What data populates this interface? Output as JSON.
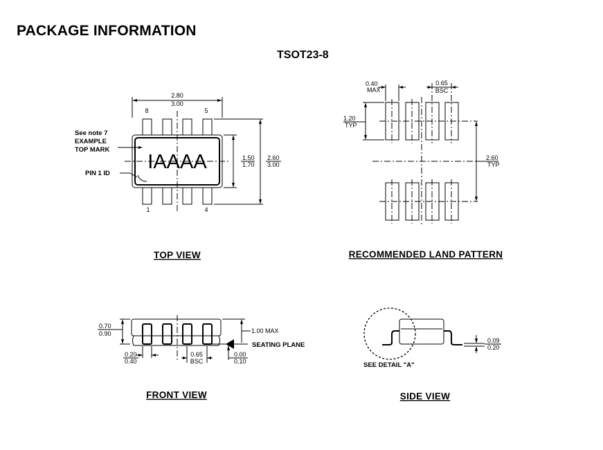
{
  "page_title": "PACKAGE INFORMATION",
  "package_name": "TSOT23-8",
  "top_view": {
    "caption": "TOP VIEW",
    "width_dim": [
      "2.80",
      "3.00"
    ],
    "body_dim": [
      "1.50",
      "1.70"
    ],
    "total_dim": [
      "2.60",
      "3.00"
    ],
    "pin_8": "8",
    "pin_5": "5",
    "pin_1": "1",
    "pin_4": "4",
    "mark_text": "IAAAA",
    "note_line1": "See note 7",
    "note_line2": "EXAMPLE",
    "note_line3": "TOP MARK",
    "pin1_label": "PIN 1 ID"
  },
  "land_pattern": {
    "caption": "RECOMMENDED LAND PATTERN",
    "pad_width": [
      "0.40",
      "MAX"
    ],
    "pitch": [
      "0.65",
      "BSC"
    ],
    "pad_length": [
      "1.20",
      "TYP"
    ],
    "row_spacing": [
      "2.60",
      "TYP"
    ]
  },
  "front_view": {
    "caption": "FRONT VIEW",
    "height_dim": [
      "0.70",
      "0.90"
    ],
    "max_height": "1.00 MAX",
    "seating_plane": "SEATING PLANE",
    "lead_width": [
      "0.20",
      "0.40"
    ],
    "pitch": [
      "0.65",
      "BSC"
    ],
    "standoff": [
      "0.00",
      "0.10"
    ]
  },
  "side_view": {
    "caption": "SIDE VIEW",
    "detail_label": "SEE DETAIL \"A\"",
    "lead_thickness": [
      "0.09",
      "0.20"
    ]
  }
}
